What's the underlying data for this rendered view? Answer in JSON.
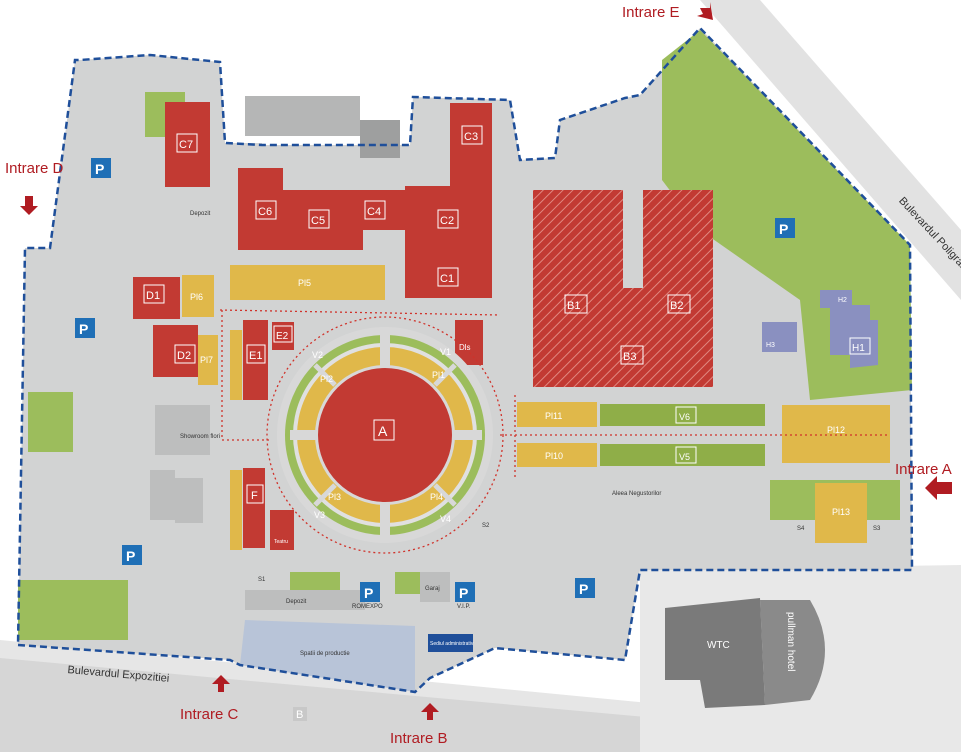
{
  "colors": {
    "pavilion_red": "#c23a33",
    "platform_yellow": "#e0b84a",
    "green": "#9cbd5c",
    "ground": "#cfd0d0",
    "boundary": "#1f4f9a",
    "entrance": "#b01c22",
    "parking": "#1f6fb6"
  },
  "entrances": {
    "a": "Intrare A",
    "b": "Intrare B",
    "c": "Intrare C",
    "d": "Intrare D",
    "e": "Intrare E"
  },
  "streets": {
    "expozitiei": "Bulevardul Expozitiei",
    "poligrafiei": "Bulevardul Poligrafiei"
  },
  "pavilions": {
    "A": "A",
    "B1": "B1",
    "B2": "B2",
    "B3": "B3",
    "C1": "C1",
    "C2": "C2",
    "C3": "C3",
    "C4": "C4",
    "C5": "C5",
    "C6": "C6",
    "C7": "C7",
    "D1": "D1",
    "D2": "D2",
    "E1": "E1",
    "E2": "E2",
    "F": "F",
    "H1": "H1",
    "H2": "H2",
    "H3": "H3"
  },
  "platforms": {
    "PI1": "Pl1",
    "PI2": "Pl2",
    "PI3": "Pl3",
    "PI4": "Pl4",
    "PI5": "Pl5",
    "PI6": "Pl6",
    "PI7": "Pl7",
    "PI10": "Pl10",
    "PI11": "Pl11",
    "PI12": "Pl12",
    "PI13": "Pl13"
  },
  "green_zones": {
    "V1": "V1",
    "V2": "V2",
    "V3": "V3",
    "V4": "V4",
    "V5": "V5",
    "V6": "V6"
  },
  "buildings": {
    "wtc": "WTC",
    "pullman": "pullman hotel",
    "depozit": "Depozit",
    "spatiu": "Spatii de productie",
    "sediu": "Sediul administrativ",
    "garaj": "Garaj",
    "romexpo": "ROMEXPO",
    "vip": "V.I.P.",
    "aleea": "Aleea Negustorilor",
    "showroom": "Showroom flori",
    "teatru": "Teatru",
    "dls": "Dls",
    "b_marker": "B",
    "s1": "S1",
    "s2": "S2",
    "s3": "S3",
    "s4": "S4"
  },
  "parking_label": "P"
}
